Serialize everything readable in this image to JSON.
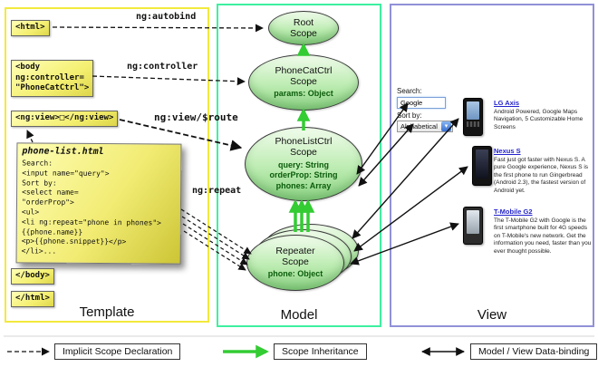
{
  "columns": {
    "template": "Template",
    "model": "Model",
    "view": "View"
  },
  "template": {
    "html_open": "<html>",
    "body_open": "<body\nng:controller=\n\"PhoneCatCtrl\">",
    "ng_view": "<ng:view>□</ng:view>",
    "phone_list": {
      "title": "phone-list.html",
      "code": "Search:\n<input name=\"query\">\nSort by:\n<select name=\n\"orderProp\">\n<ul>\n<li ng:repeat=\"phone in phones\">\n{{phone.name}}\n<p>{{phone.snippet}}</p>\n</li>..."
    },
    "body_close": "</body>",
    "html_close": "</html>"
  },
  "arrow_labels": {
    "autobind": "ng:autobind",
    "controller": "ng:controller",
    "view_route": "ng:view/$route",
    "repeat": "ng:repeat"
  },
  "model": {
    "root": {
      "title": "Root\nScope"
    },
    "phonecat": {
      "title": "PhoneCatCtrl\nScope",
      "props": "params: Object"
    },
    "phonelist": {
      "title": "PhoneListCtrl\nScope",
      "props": "query: String\norderProp: String\nphones: Array"
    },
    "repeater": {
      "title": "Repeater\nScope",
      "props": "phone: Object"
    }
  },
  "view": {
    "search_label": "Search:",
    "search_value": "Google",
    "sort_label": "Sort by:",
    "sort_value": "Alphabetical",
    "phones": [
      {
        "name": "LG Axis",
        "desc": "Android Powered, Google Maps Navigation, 5 Customizable Home Screens"
      },
      {
        "name": "Nexus S",
        "desc": "Fast just got faster with Nexus S. A pure Google experience, Nexus S is the first phone to run Gingerbread (Android 2.3), the fastest version of Android yet."
      },
      {
        "name": "T-Mobile G2",
        "desc": "The T-Mobile G2 with Google is the first smartphone built for 4G speeds on T-Mobile's new network. Get the information you need, faster than you ever thought possible."
      }
    ]
  },
  "legend": {
    "implicit": "Implicit Scope Declaration",
    "inheritance": "Scope Inheritance",
    "binding": "Model / View Data-binding"
  },
  "colors": {
    "template_border": "#f2e93d",
    "model_border": "#3ef0a0",
    "view_border": "#9191d8",
    "inheritance_green": "#33cc33",
    "link_blue": "#2424cc"
  }
}
